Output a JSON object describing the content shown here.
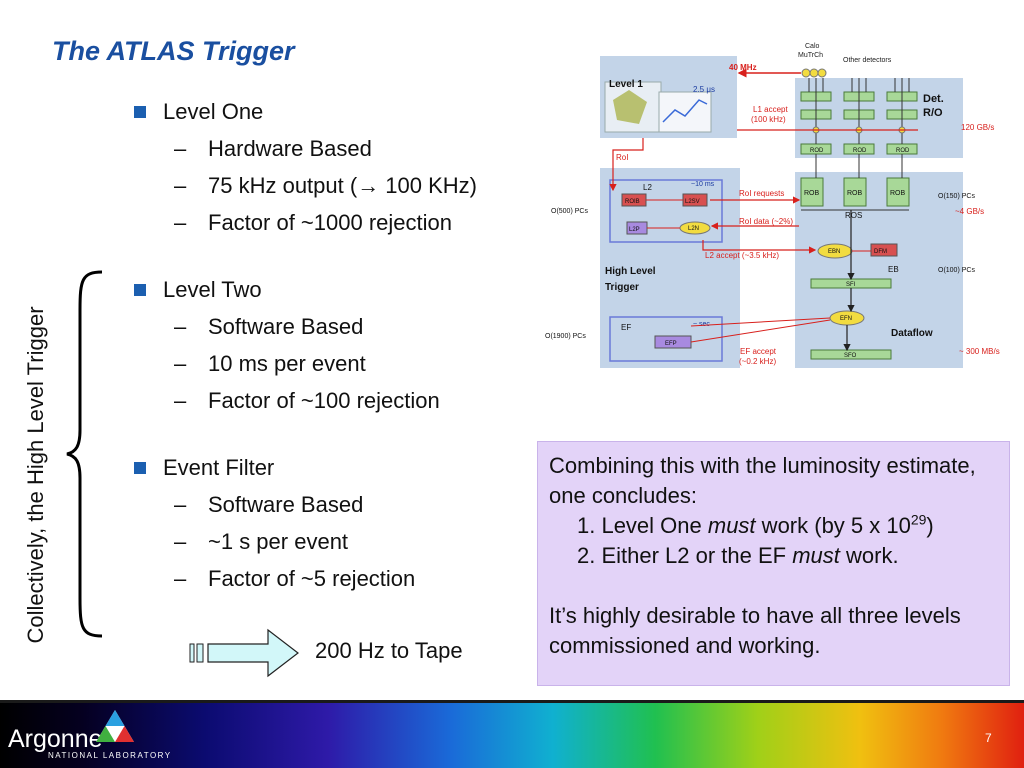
{
  "slide": {
    "title": "The ATLAS Trigger",
    "sections": [
      {
        "heading": "Level One",
        "items": [
          "Hardware Based",
          "75 kHz output (→ 100 KHz)",
          "Factor of ~1000 rejection"
        ]
      },
      {
        "heading": "Level Two",
        "items": [
          "Software Based",
          "10 ms per event",
          "Factor of ~100 rejection"
        ]
      },
      {
        "heading": "Event Filter",
        "items": [
          "Software Based",
          "~1 s per event",
          "Factor of ~5 rejection"
        ]
      }
    ],
    "side_label": "Collectively, the High Level Trigger",
    "tape_label": "200 Hz to Tape",
    "conclusion": {
      "intro": "Combining this with the luminosity estimate, one concludes:",
      "point1_a": "1. Level One ",
      "point1_em": "must",
      "point1_b": " work (by 5 x 10",
      "point1_sup": "29",
      "point1_c": ")",
      "point2_a": "2. Either L2 or the EF ",
      "point2_em": "must",
      "point2_b": " work.",
      "closing": "It’s highly desirable to have all three levels commissioned and working."
    }
  },
  "diagram": {
    "rate_40mhz": "40 MHz",
    "calo": "Calo",
    "mutrch": "MuTrCh",
    "other_detectors": "Other detectors",
    "level1": "Level 1",
    "t_25us": "2.5 μs",
    "l1_accept": "L1 accept",
    "l1_rate": "(100 kHz)",
    "det_ro_1": "Det.",
    "det_ro_2": "R/O",
    "rod": "ROD",
    "rate_120": "120 GB/s",
    "roi": "RoI",
    "l2": "L2",
    "t_10ms": "~10 ms",
    "roib": "ROIB",
    "l2sv": "L2SV",
    "l2p": "L2P",
    "l2n": "L2N",
    "roi_requests": "RoI requests",
    "roi_data": "RoI data (~2%)",
    "rob": "ROB",
    "ros": "ROS",
    "o150": "O(150) PCs",
    "rate_4gb": "~4 GB/s",
    "o500": "O(500) PCs",
    "l2_accept": "L2 accept (~3.5 kHz)",
    "ebn": "EBN",
    "dfm": "DFM",
    "eb": "EB",
    "o100": "O(100) PCs",
    "sfi": "SFI",
    "hlt_1": "High Level",
    "hlt_2": "Trigger",
    "ef": "EF",
    "t_sec": "~ sec",
    "efp": "EFP",
    "efn": "EFN",
    "dataflow": "Dataflow",
    "o1900": "O(1900) PCs",
    "ef_accept": "EF accept",
    "ef_rate": "(~0.2 kHz)",
    "sfo": "SFO",
    "rate_300": "~ 300 MB/s"
  },
  "footer": {
    "logo": "Argonne",
    "logo_sub": "NATIONAL LABORATORY",
    "page": "7"
  },
  "colors": {
    "title": "#1a4fa0",
    "bullet": "#1b5fb0",
    "box": "#e3d3f8",
    "diagram_red": "#d8201c",
    "diagram_panel": "#c3d4e8",
    "arrow_fill": "#d2f7f9"
  }
}
